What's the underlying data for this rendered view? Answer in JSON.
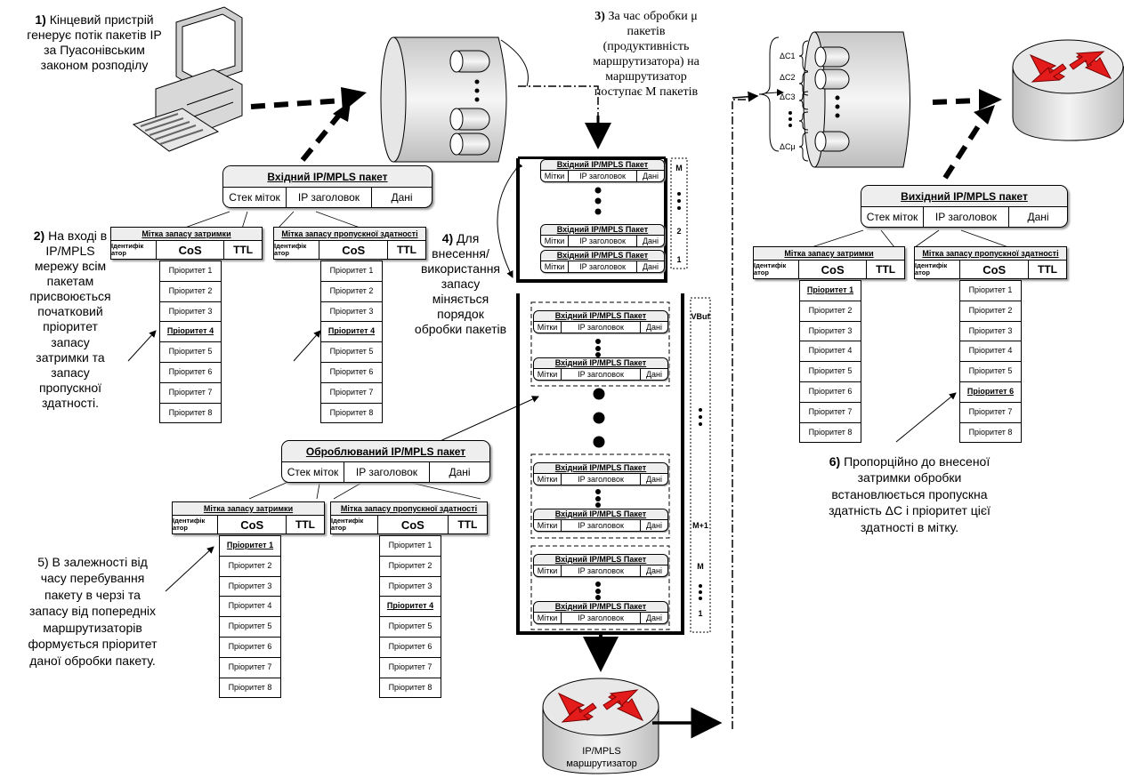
{
  "steps": {
    "s1_num": "1)",
    "s1_text": "Кінцевий пристрій генерує потік пакетів IP за Пуасонівським законом розподілу",
    "s2_num": "2)",
    "s2_text": "На вході в IP/MPLS мережу всім пакетам присвоюється початковий пріоритет запасу затримки та запасу пропускної здатності.",
    "s3_num": "3)",
    "s3_text": "За час обробки μ пакетів (продуктивність маршрутизатора) на маршрутизатор поступає М пакетів",
    "s4_num": "4)",
    "s4_text": "Для внесення/ використання запасу міняється порядок обробки пакетів",
    "s5_text": "5) В залежності від часу перебування пакету в черзі та запасу від попередніх маршрутизаторів формується пріоритет даної обробки пакету.",
    "s6_num": "6)",
    "s6_text": "Пропорційно до внесеної затримки обробки встановлюється пропускна здатність ΔC і пріоритет цієї здатності в мітку."
  },
  "packets": {
    "input_title": "Вхідний IP/MPLS пакет",
    "output_title": "Вихідний IP/MPLS пакет",
    "processed_title": "Оброблюваний IP/MPLS пакет",
    "label_stack": "Стек міток",
    "ip_header": "IP заголовок",
    "data": "Дані",
    "mini_title": "Вхідний IP/MPLS Пакет",
    "mini_labels": "Мітки",
    "mini_header": "IP заголовок",
    "mini_data": "Дані"
  },
  "labels": {
    "delay_title": "Мітка запасу затримки",
    "bandwidth_title": "Мітка запасу пропускної здатності",
    "identifier": "Ідентифік атор",
    "cos": "CoS",
    "ttl": "TTL"
  },
  "priorities": [
    "Пріоритет 1",
    "Пріоритет 2",
    "Пріоритет 3",
    "Пріоритет 4",
    "Пріоритет 5",
    "Пріоритет 6",
    "Пріоритет 7",
    "Пріоритет 8"
  ],
  "queue": {
    "m_top": "M",
    "two": "2",
    "one": "1",
    "vbuf": "VBuf",
    "m_plus_1": "M+1",
    "m_low": "M",
    "one_low": "1",
    "dots": "•\n•\n•"
  },
  "router": {
    "label_line1": "IP/MPLS",
    "label_line2": "маршрутизатор"
  },
  "deltas": [
    "ΔC1",
    "ΔC2",
    "ΔC3",
    "",
    "ΔCμ"
  ],
  "colors": {
    "arrow_red": "#e31b1b",
    "router_fill": "#dcdcdc"
  }
}
